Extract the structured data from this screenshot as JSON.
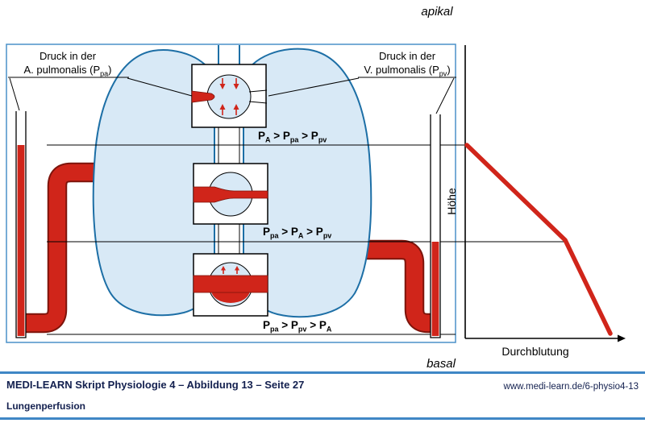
{
  "orientation": {
    "top": "apikal",
    "bottom": "basal"
  },
  "pressure_labels": {
    "arterial": {
      "line1": "Druck in der",
      "line2_pre": "A. pulmonalis (P",
      "sub": "pa",
      "line2_post": ")"
    },
    "venous": {
      "line1": "Druck in der",
      "line2_pre": "V. pulmonalis (P",
      "sub": "pv",
      "line2_post": ")"
    }
  },
  "zones": [
    {
      "id": "zone-1-apical",
      "f": [
        "P",
        "A",
        " > P",
        "pa",
        " > P",
        "pv"
      ]
    },
    {
      "id": "zone-2-middle",
      "f": [
        "P",
        "pa",
        " > P",
        "A",
        " > P",
        "pv"
      ]
    },
    {
      "id": "zone-3-basal",
      "f": [
        "P",
        "pa",
        " > P",
        "pv",
        " > P",
        "A"
      ]
    }
  ],
  "graph": {
    "ylabel": "Höhe",
    "xlabel": "Durchblutung"
  },
  "footer": {
    "source": "MEDI-LEARN Skript Physiologie 4 – Abbildung 13 – Seite 27",
    "url": "www.medi-learn.de/6-physio4-13",
    "topic": "Lungenperfusion"
  },
  "colors": {
    "blood_red": "#d0251a",
    "blood_outline": "#7d140b",
    "lung_fill": "#d8e9f6",
    "lung_stroke": "#1d6fa6",
    "rule_blue": "#3f87c5",
    "footer_text": "#13204f"
  }
}
